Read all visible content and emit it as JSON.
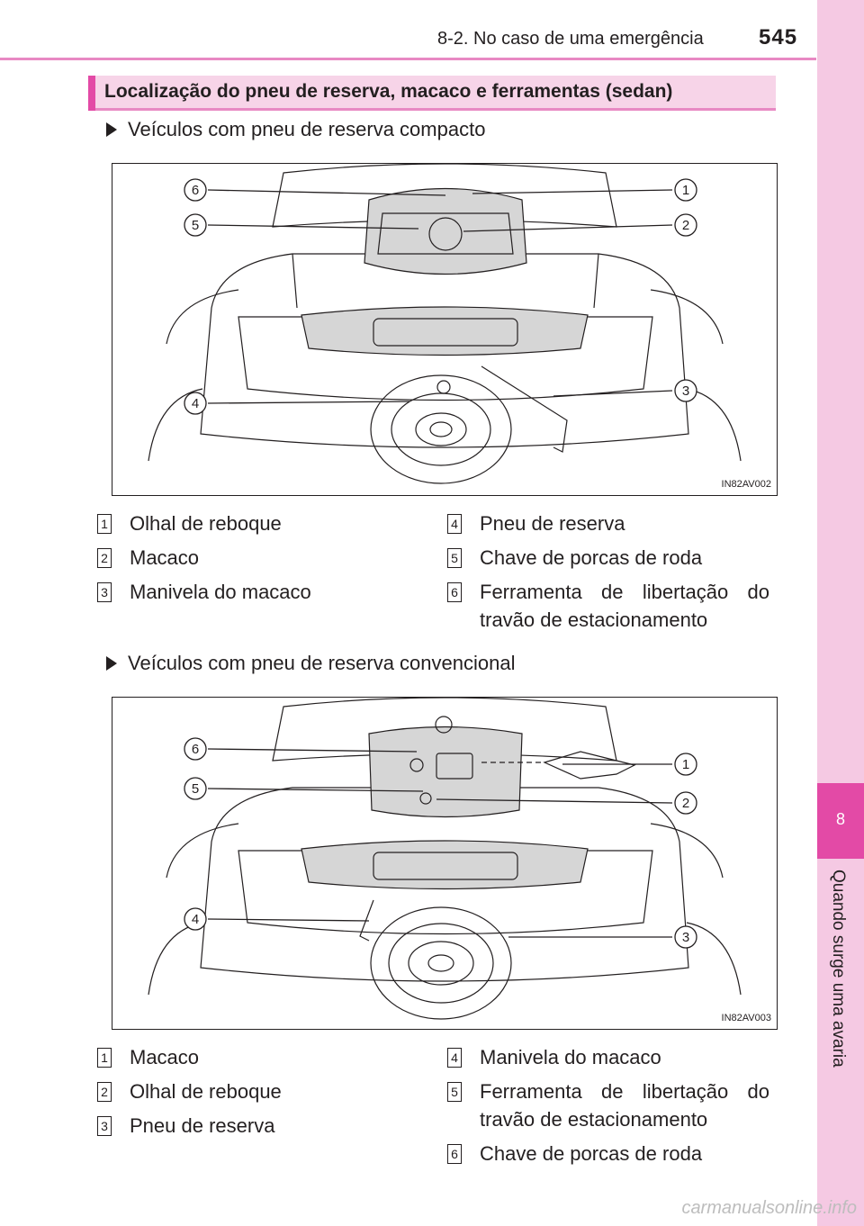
{
  "header": {
    "section": "8-2. No caso de uma emergência",
    "page_number": "545"
  },
  "side_tab": {
    "chapter_number": "8",
    "chapter_title": "Quando surge uma avaria"
  },
  "title": "Localização do pneu de reserva, macaco e ferramentas (sedan)",
  "sections": [
    {
      "heading": "Veículos com pneu de reserva compacto",
      "figure_code": "IN82AV002",
      "callouts": [
        "1",
        "2",
        "3",
        "4",
        "5",
        "6"
      ],
      "legend": [
        {
          "num": "1",
          "text": "Olhal de reboque"
        },
        {
          "num": "2",
          "text": "Macaco"
        },
        {
          "num": "3",
          "text": "Manivela do macaco"
        },
        {
          "num": "4",
          "text": "Pneu de reserva"
        },
        {
          "num": "5",
          "text": "Chave de porcas de roda"
        },
        {
          "num": "6",
          "text": "Ferramenta de libertação do travão de estacionamento"
        }
      ]
    },
    {
      "heading": "Veículos com pneu de reserva convencional",
      "figure_code": "IN82AV003",
      "callouts": [
        "1",
        "2",
        "3",
        "4",
        "5",
        "6"
      ],
      "legend": [
        {
          "num": "1",
          "text": "Macaco"
        },
        {
          "num": "2",
          "text": "Olhal de reboque"
        },
        {
          "num": "3",
          "text": "Pneu de reserva"
        },
        {
          "num": "4",
          "text": "Manivela do macaco"
        },
        {
          "num": "5",
          "text": "Ferramenta de libertação do travão de estacionamento"
        },
        {
          "num": "6",
          "text": "Chave de porcas de roda"
        }
      ]
    }
  ],
  "watermark": "carmanualsonline.info",
  "colors": {
    "accent": "#e34aa6",
    "accent_light": "#f7d4e8",
    "rule": "#e889c3",
    "tab": "#f5c9e3"
  }
}
